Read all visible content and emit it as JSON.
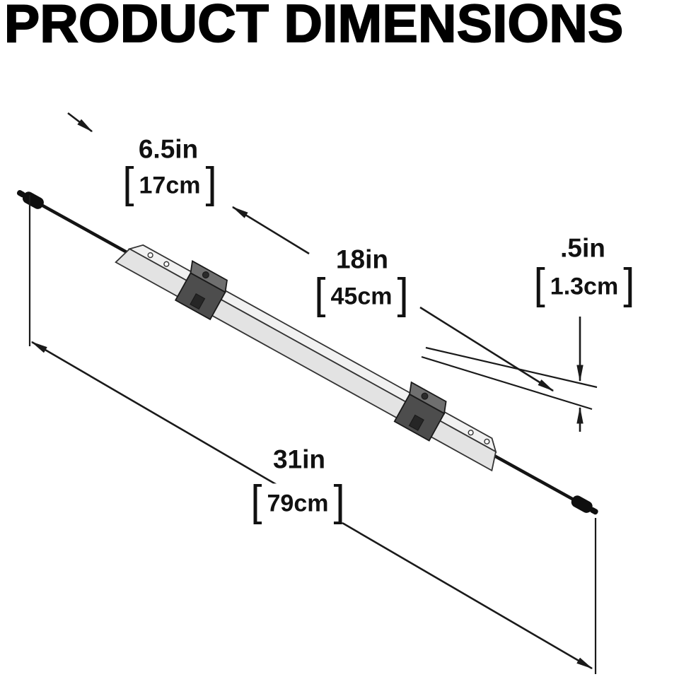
{
  "title": "PRODUCT DIMENSIONS",
  "brackets": {
    "open": "[",
    "close": "]"
  },
  "dimensions": {
    "cable_protrusion": {
      "inches": "6.5in",
      "metric": "17cm"
    },
    "bar_length": {
      "inches": "18in",
      "metric": "45cm"
    },
    "thickness": {
      "inches": ".5in",
      "metric": "1.3cm"
    },
    "overall_length": {
      "inches": "31in",
      "metric": "79cm"
    }
  },
  "colors": {
    "ink": "#1a1a1a",
    "bar_top": "#f1f1f1",
    "bar_front": "#e3e3e3",
    "bracket_body": "#4d4d4d",
    "bracket_top": "#6f6f6f",
    "cable": "#141414",
    "background": "#ffffff"
  }
}
